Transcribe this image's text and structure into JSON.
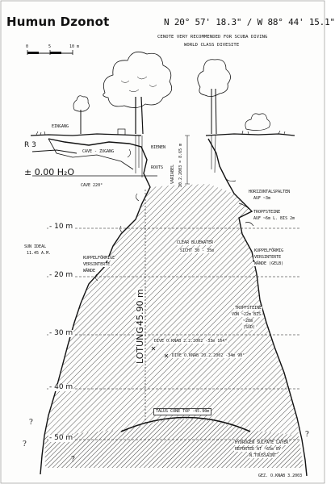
{
  "title": "Humun Dzonot",
  "coordinates": "N 20° 57' 18.3\" / W 88° 44' 15.1\"",
  "subtitle_line1": "CENOTE VERY RECOMMENDED FOR SCUBA DIVING",
  "subtitle_line2": "WORLD CLASS DIVESITE",
  "scale_bar": {
    "l0": "0",
    "l5": "5",
    "l10": "10 m"
  },
  "labels": {
    "eingang": "EINGANG",
    "r3": "R 3",
    "cave_zugang": "CAVE - ZUGANG",
    "bienen": "BIENEN",
    "variabel": "VARIABEL",
    "date_level": "20.2.2003 = 8.65 m",
    "roots": "ROOTS",
    "water_level": "± 0.00 H₂O",
    "cave_220": "CAVE 220°",
    "horizontal_1": "HORIZONTALSPALTEN",
    "horizontal_2": "AUF ~3m",
    "tropf_a1": "TROPFSTEINE",
    "tropf_a2": "AUF ~6m  L. BIS 2m",
    "sun_1": "SUN IDEAL",
    "sun_2": "11.45 A.M.",
    "kuppel_left_1": "KUPPELFÖRMIGE",
    "kuppel_left_2": "VERSINTERTE",
    "kuppel_left_3": "WÄNDE",
    "clear_1": "CLEAR BLUEWATER",
    "clear_2": "SICHT 30 - 35m",
    "kuppel_right_1": "KUPPELFÖRMIG",
    "kuppel_right_2": "VERSINTERTE",
    "kuppel_right_3": "WÄNDE (GELB)",
    "lotung": "LOTUNG",
    "lotung_value": "45.90 m",
    "tropf_b1": "TROPFSTEINE",
    "tropf_b2": "VON ~22m BIS",
    "tropf_b3": "~28m",
    "tropf_b4": "(SÜD)",
    "dive1": "DIVE O.KNAB 2.2.2002 -33m 164°",
    "dive2": "DIVE O.KNAB 20.2.2002 -34m 90°",
    "talus": "TALUS CONE TOP  -45.90m",
    "hydro_1": "HYDROGEN SULFATE LAYER",
    "hydro_2": "REPORTED AT ~65m BY",
    "hydro_3": "N.TOUSSAINT",
    "q": "?",
    "footer": "GEZ. O.KNAB 3.2003"
  },
  "depth_markers": [
    "- 10 m",
    "- 20 m",
    "- 30 m",
    "- 40 m",
    "- 50 m"
  ]
}
